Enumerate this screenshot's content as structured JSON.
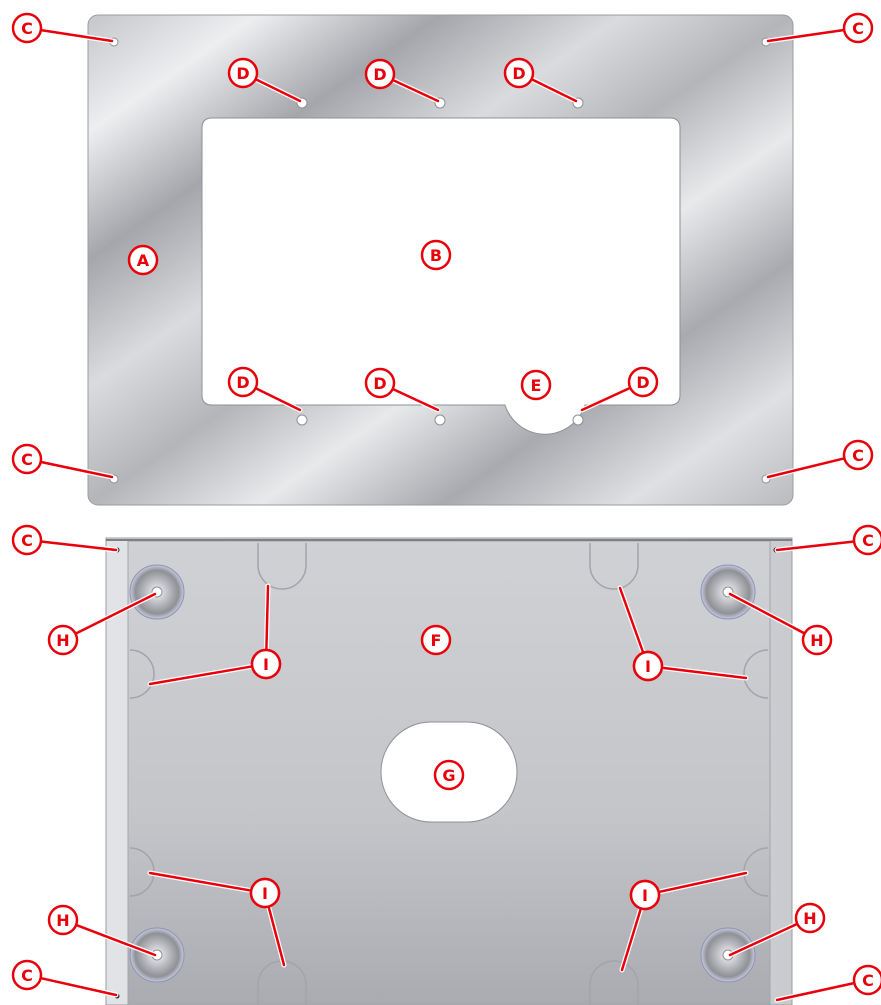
{
  "colors": {
    "callout": "#e8000b",
    "callout_fill": "#ffffff",
    "plate_light": "#e4e5e7",
    "plate_mid": "#bdbfc3",
    "plate_dark": "#9c9ea3",
    "box_light": "#d2d4d8",
    "box_dark": "#a9abb0",
    "cutout": "#ffffff"
  },
  "top_plate": {
    "surface_label": "A",
    "window_label": "B",
    "corner_hole_label": "C",
    "screw_hole_label": "D",
    "notch_label": "E"
  },
  "back_box": {
    "surface_label": "F",
    "cable_hole_label": "G",
    "mounting_boss_label": "H",
    "knockout_label": "I",
    "corner_hole_label": "C"
  },
  "icons": {
    "callout_marker": "circle-letter-icon"
  }
}
